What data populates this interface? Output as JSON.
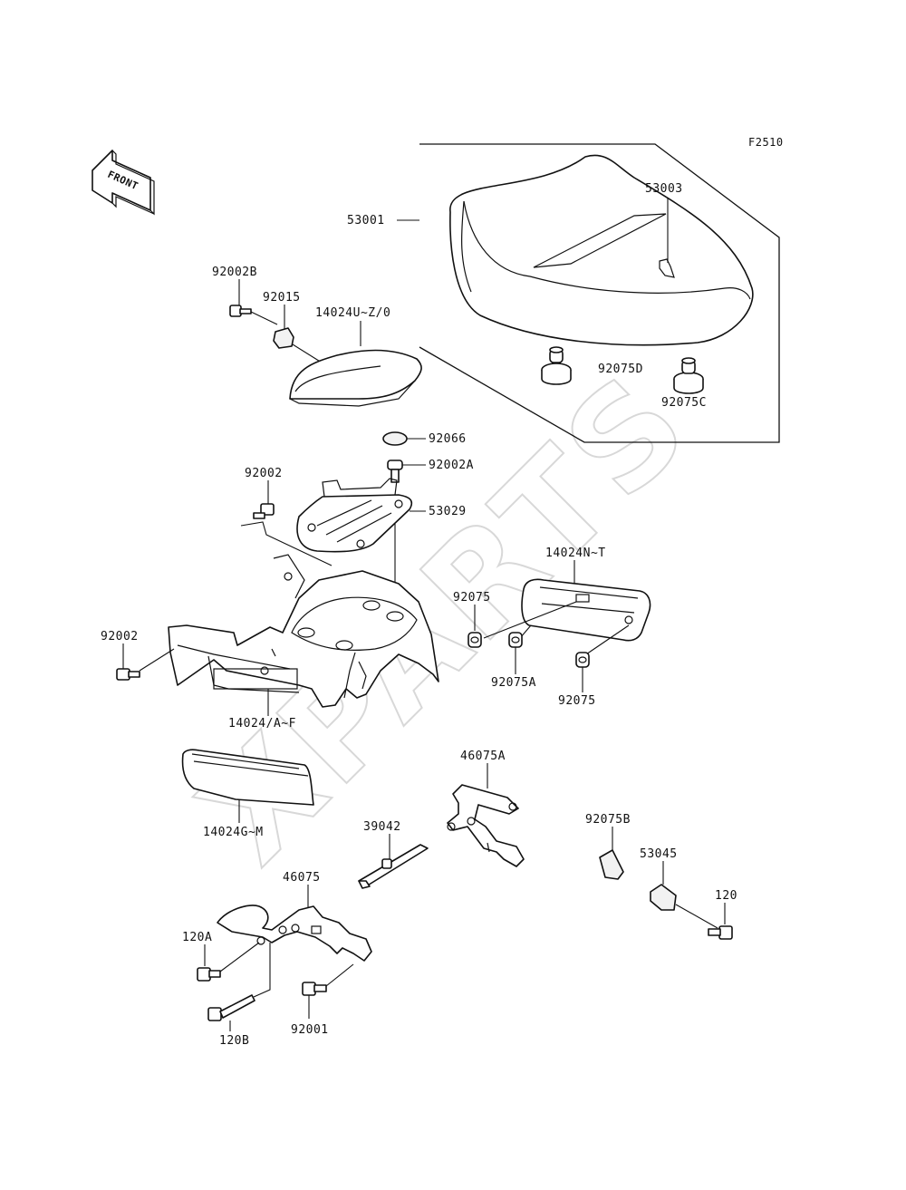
{
  "diagram": {
    "figure_code": "F2510",
    "front_label": "FRONT",
    "watermark": "XPARTS",
    "parts": {
      "seat": "53001",
      "seat_bracket_mark": "53003",
      "damper_d": "92075D",
      "damper_c": "92075C",
      "bolt_b": "92002B",
      "clip_nut": "92015",
      "seat_cover": "14024U~Z/0",
      "cap": "92066",
      "bolt_a": "92002A",
      "grip_plate": "53029",
      "bolt_top": "92002",
      "bolt_left": "92002",
      "side_cover_left": "14024N~T",
      "damper_1": "92075",
      "damper_a": "92075A",
      "damper_2": "92075",
      "cover_main": "14024/A~F",
      "lower_cover": "14024G~M",
      "lock_bracket_a": "46075A",
      "cable": "39042",
      "damper_b": "92075B",
      "hook": "53045",
      "bolt_120": "120",
      "lock_bracket": "46075",
      "bolt_120a": "120A",
      "bolt_120b": "120B",
      "bolt_92001": "92001"
    }
  }
}
